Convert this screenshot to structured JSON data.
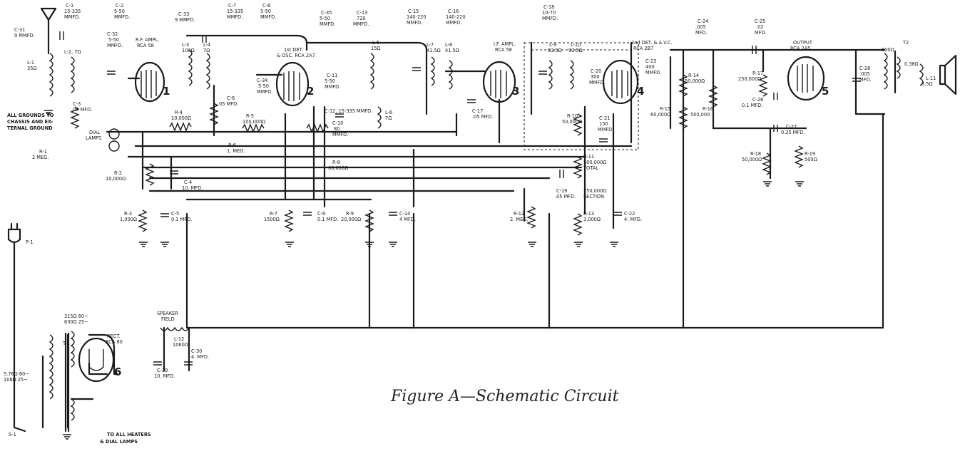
{
  "caption": "Figure A—Schematic Circuit",
  "labels": {
    "c31": [
      "C-31",
      "9 MMFD."
    ],
    "c1": [
      "C-1",
      "15-335",
      "MMFD."
    ],
    "c2": [
      "C-2",
      "5-50",
      "MMFD."
    ],
    "c32": [
      "C-32",
      "5-50",
      "MMFD."
    ],
    "l1": [
      "L-1",
      "35Ω"
    ],
    "l2": "L-2, 7Ω",
    "c3": [
      "C-3",
      ".05 MFD."
    ],
    "grounds": [
      "ALL GROUNDS TO",
      "CHASSIS AND EX-",
      "TERNAL GROUND"
    ],
    "r1": [
      "R-1",
      "2 MEG."
    ],
    "dial": [
      "DIAL",
      "LAMPS"
    ],
    "rfamp": [
      "R.F. AMPL.",
      "RCA 58"
    ],
    "c33": [
      "C-33",
      "9 MMFD."
    ],
    "l3": [
      "L-3",
      "100Ω"
    ],
    "l4": [
      "L-4",
      "7Ω"
    ],
    "c7": [
      "C-7",
      "15-335",
      "MMFD."
    ],
    "c8": [
      "C-8",
      "5-50",
      "MMFD."
    ],
    "c6": [
      "C-6",
      ".05 MFD."
    ],
    "c34": [
      "C-34",
      "5-50",
      "MMFD."
    ],
    "r4": [
      "R-4",
      "10,000Ω"
    ],
    "r5": [
      "R-5",
      "100,000Ω"
    ],
    "r6": [
      "R-6",
      "1. MEG."
    ],
    "r2": [
      "R-2",
      "10,000Ω"
    ],
    "c4": [
      "C-4",
      "10. MFD."
    ],
    "r3": [
      "R-3",
      "1,000Ω"
    ],
    "c5": [
      "C-5",
      "0.1 MFD."
    ],
    "det1": [
      "1st DET.",
      "& OSC. RCA 2A7"
    ],
    "c35": [
      "C-35",
      "5-50",
      "MMFD."
    ],
    "c13": [
      "C-13",
      "720",
      "MMFD."
    ],
    "c11": [
      "C-11",
      "5-50",
      "MMFD."
    ],
    "l5": [
      "L-5",
      "15Ω"
    ],
    "c12": "C-12, 15-335 MMFD.",
    "c10": [
      "C-10",
      "80",
      "MMFD."
    ],
    "l6": [
      "L-6",
      "7Ω"
    ],
    "r8": [
      "R-8",
      "60,000Ω"
    ],
    "r7": [
      "R-7",
      "1500Ω"
    ],
    "c9": [
      "C-9",
      "0.1 MFD."
    ],
    "r9": [
      "R-9",
      "20,000Ω"
    ],
    "c14": [
      "C-14",
      "4 MFD."
    ],
    "c15": [
      "C-15",
      "140-220",
      "MMFD."
    ],
    "c16": [
      "C-16",
      "140-220",
      "MMFD."
    ],
    "l7": [
      "L-7",
      "41.5Ω"
    ],
    "l8": [
      "L-8",
      "41.5Ω"
    ],
    "c17": [
      "C-17",
      ".05 MFD."
    ],
    "ifamp": [
      "I.F. AMPL.",
      "RCA 58"
    ],
    "c18": [
      "C-18",
      "10-70",
      "MMFD."
    ],
    "l9": [
      "L-9",
      "93.5Ω"
    ],
    "l10": [
      "L-10",
      "93.5Ω"
    ],
    "det2": [
      "2nd DET. & A.V.C.",
      "RCA 2B7"
    ],
    "c20": [
      "C-20",
      "300",
      "MMFD."
    ],
    "c23": [
      "C-23",
      "400",
      "MMFD."
    ],
    "r10": [
      "R-10",
      "50,000Ω"
    ],
    "c21": [
      "C-21",
      "150",
      "MMFD."
    ],
    "r11": [
      "R-11",
      "500,000Ω",
      "TOTAL"
    ],
    "sect": [
      "250,000Ω",
      "SECTION"
    ],
    "c19": [
      "C-19",
      ".05 MFD."
    ],
    "r12": [
      "R-12",
      "2. MEG."
    ],
    "r13": [
      "R-13",
      "3,000Ω"
    ],
    "c22": [
      "C-22",
      "4. MFD."
    ],
    "c24": [
      "C-24",
      ".005",
      "MFD."
    ],
    "c25": [
      "C-25",
      ".02",
      "MFD."
    ],
    "r14": [
      "R-14",
      "50,000Ω"
    ],
    "r15": [
      "R-15",
      "60,000Ω"
    ],
    "r16": [
      "R-16",
      "500,000"
    ],
    "r17": [
      "R-17",
      "250,000Ω"
    ],
    "c26": [
      "C-26",
      "0.1 MFD."
    ],
    "c27": [
      "C-27",
      "0.25 MFD."
    ],
    "r18": [
      "R-18",
      "50,000Ω"
    ],
    "r19": [
      "R-19",
      "500Ω"
    ],
    "output": [
      "OUTPUT",
      "RCA 2A5"
    ],
    "c28": [
      "C-28",
      ".005",
      "MFD."
    ],
    "t2": "T2",
    "t2pri": "600Ω",
    "t2sec": "0.38Ω",
    "l11": [
      "L-11",
      "3.5Ω"
    ],
    "p1": "P-1",
    "t1": "T-1",
    "s1": "S-1",
    "t1pri": [
      "5.76Ω 60~",
      "108Ω 25~"
    ],
    "t1sec": [
      "315Ω 60~",
      "630Ω 25~"
    ],
    "rect": [
      "RECT.",
      "RCA 80"
    ],
    "spk": [
      "SPEAKER",
      "FIELD"
    ],
    "l12": [
      "L-12",
      "1060Ω"
    ],
    "c29": [
      "C-29",
      "10. MFD."
    ],
    "c30": [
      "C-30",
      "4. MFD."
    ],
    "heaters": [
      "TO ALL HEATERS",
      "& DIAL LAMPS"
    ]
  },
  "tube_numbers": [
    "1",
    "2",
    "3",
    "4",
    "5",
    "6"
  ]
}
